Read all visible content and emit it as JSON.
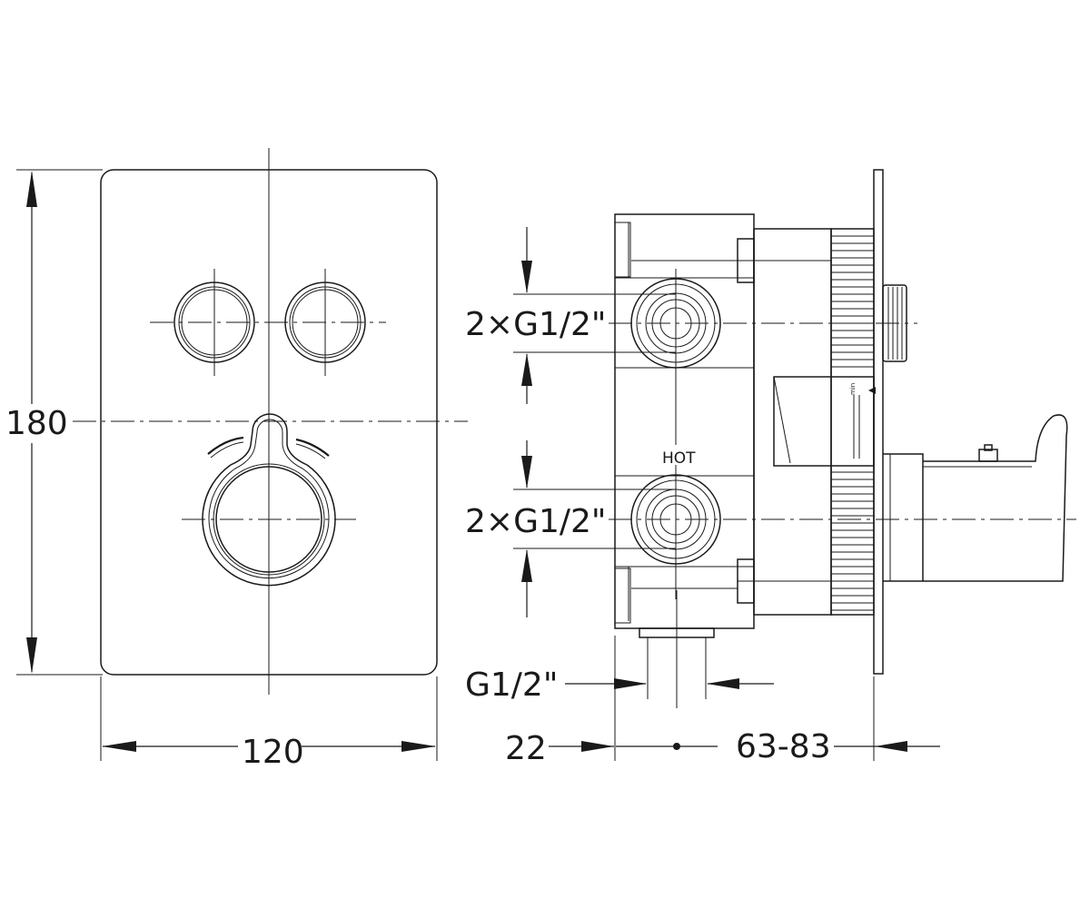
{
  "dimensions": {
    "height": "180",
    "width": "120",
    "inlet_top": "2×G1/2\"",
    "inlet_bottom": "2×G1/2\"",
    "outlet": "G1/2\"",
    "depth_front": "22",
    "depth_range": "63-83"
  },
  "markings": {
    "hot": "HOT",
    "min": "min"
  },
  "colors": {
    "line": "#1a1a1a",
    "background": "#ffffff"
  }
}
